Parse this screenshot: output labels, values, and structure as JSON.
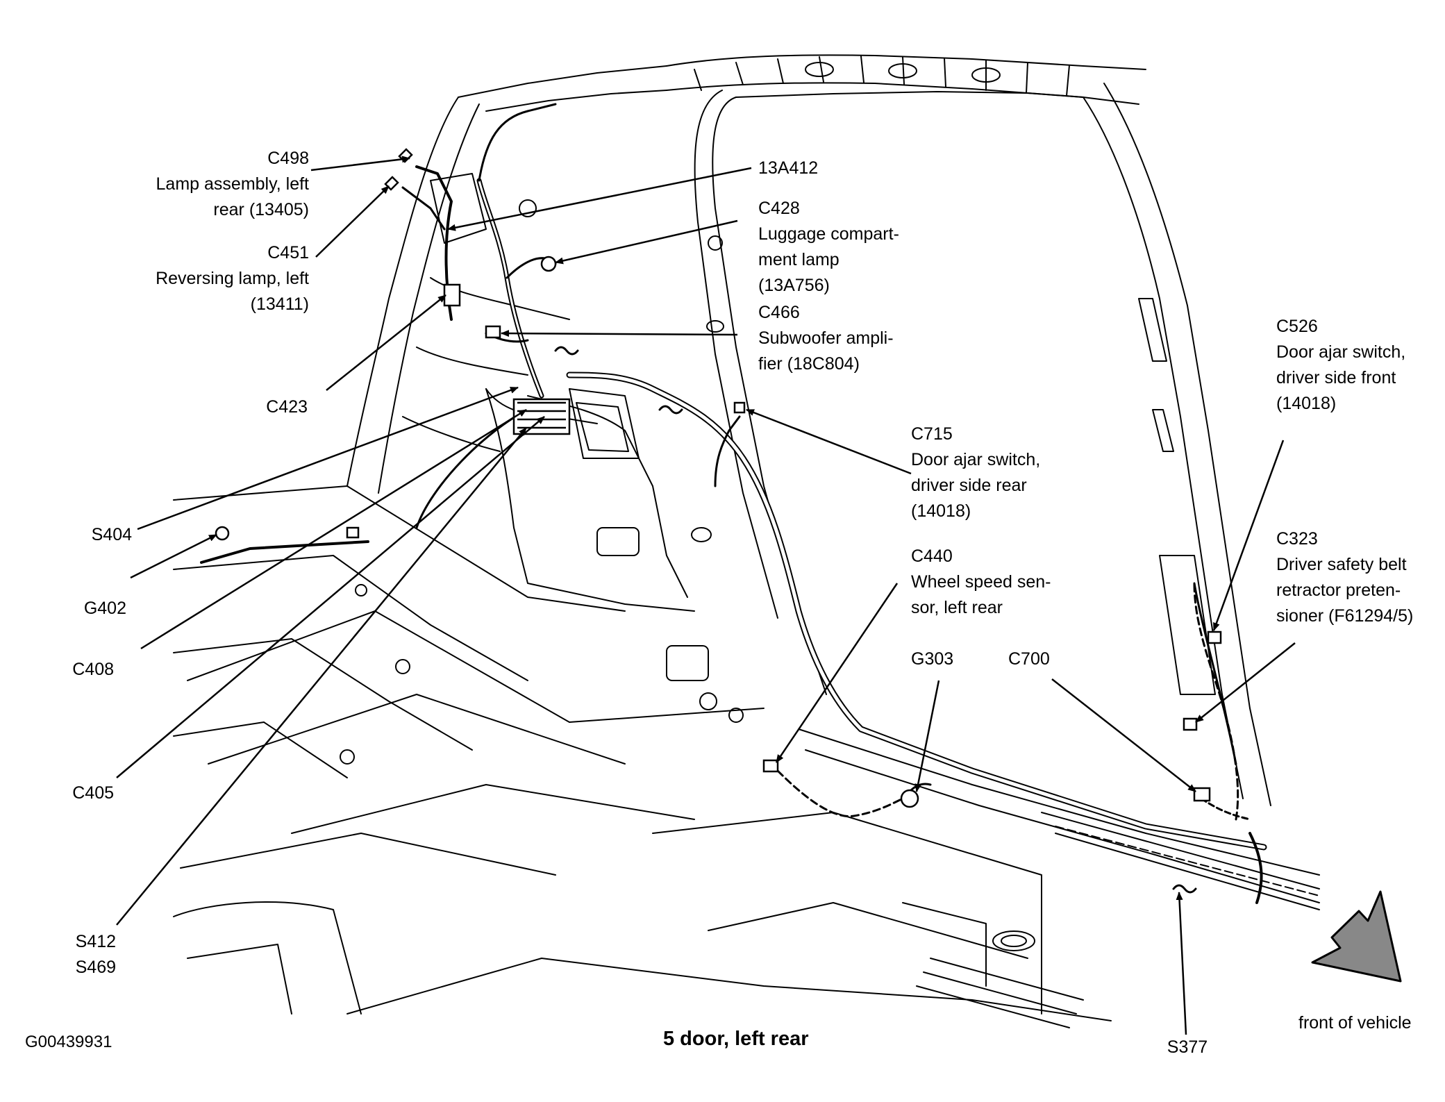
{
  "labels": {
    "c498": "C498\nLamp assembly, left\nrear (13405)",
    "c451": "C451\nReversing lamp, left\n(13411)",
    "c423": "C423",
    "s404": "S404",
    "g402": "G402",
    "c408": "C408",
    "c405": "C405",
    "s412": "S412\nS469",
    "a13a412": "13A412",
    "c428": "C428\nLuggage compart-\nment lamp\n(13A756)",
    "c466": "C466\nSubwoofer ampli-\nfier (18C804)",
    "c715": "C715\nDoor ajar switch,\ndriver side rear\n(14018)",
    "c440": "C440\nWheel speed sen-\nsor, left rear",
    "g303": "G303",
    "c700": "C700",
    "c526": "C526\nDoor ajar switch,\ndriver side front\n(14018)",
    "c323": "C323\nDriver safety belt\nretractor preten-\nsioner (F61294/5)",
    "s377": "S377"
  },
  "caption": "5 door, left rear",
  "figure_id": "G00439931",
  "front_label": "front of vehicle"
}
